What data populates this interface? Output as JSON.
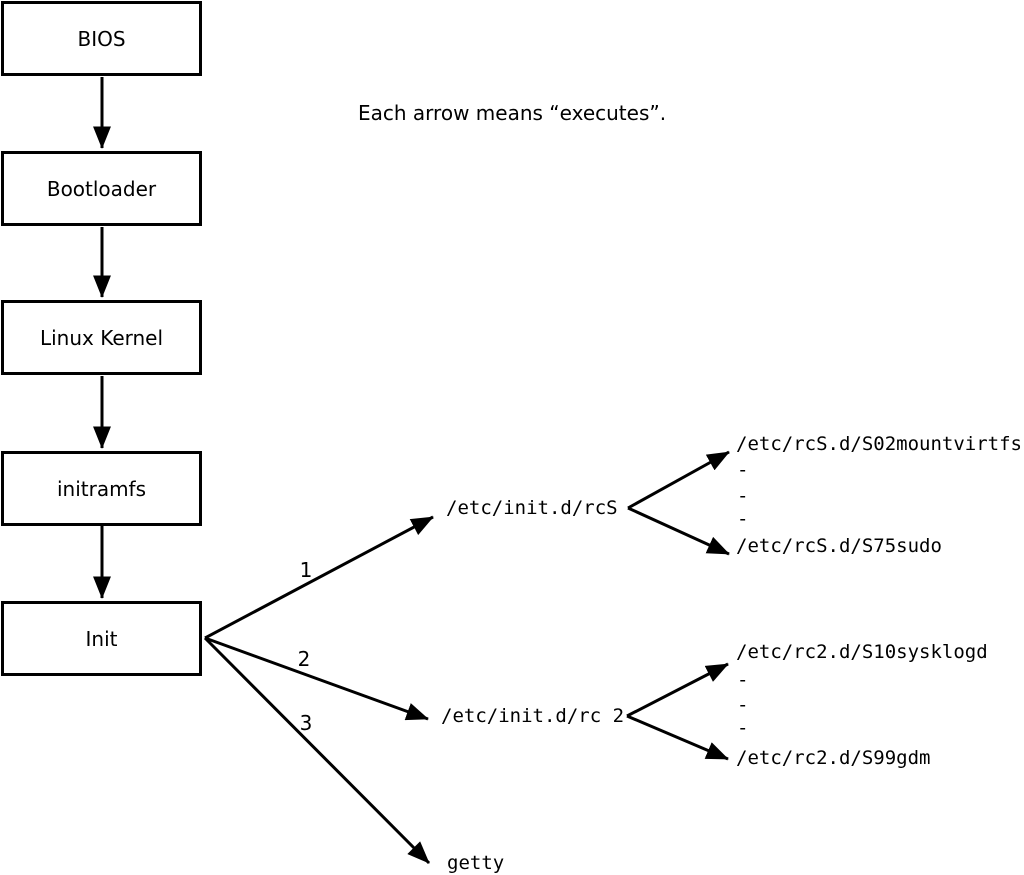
{
  "canvas": {
    "background": "#ffffff",
    "line_color": "#000000"
  },
  "note": "Each arrow means “executes”.",
  "boot_sequence": [
    {
      "label": "BIOS"
    },
    {
      "label": "Bootloader"
    },
    {
      "label": "Linux Kernel"
    },
    {
      "label": "initramfs"
    },
    {
      "label": "Init"
    }
  ],
  "init_branches": [
    {
      "order": "1",
      "target": "/etc/init.d/rcS"
    },
    {
      "order": "2",
      "target": "/etc/init.d/rc 2"
    },
    {
      "order": "3",
      "target": "getty"
    }
  ],
  "rcS_scripts": {
    "first": "/etc/rcS.d/S02mountvirtfs",
    "ellipsis": [
      "-",
      "-",
      "-"
    ],
    "last": "/etc/rcS.d/S75sudo"
  },
  "rc2_scripts": {
    "first": "/etc/rc2.d/S10sysklogd",
    "ellipsis": [
      "-",
      "-",
      "-"
    ],
    "last": "/etc/rc2.d/S99gdm"
  }
}
